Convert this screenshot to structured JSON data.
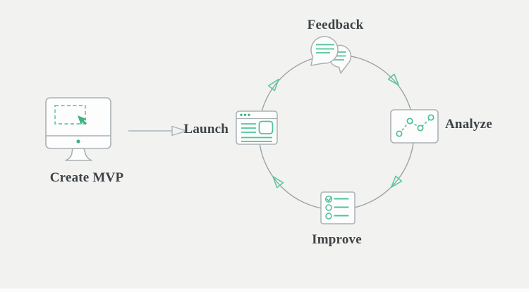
{
  "diagram": {
    "type": "process-cycle",
    "start": {
      "label": "Create MVP",
      "icon": "monitor-mvp-icon"
    },
    "connector": {
      "type": "open-arrow",
      "direction": "right",
      "from": "Create MVP",
      "to": "Launch"
    },
    "cycle": {
      "direction": "clockwise",
      "steps": [
        {
          "label": "Launch",
          "icon": "browser-window-icon",
          "position": "left"
        },
        {
          "label": "Feedback",
          "icon": "speech-bubbles-icon",
          "position": "top"
        },
        {
          "label": "Analyze",
          "icon": "line-chart-icon",
          "position": "right"
        },
        {
          "label": "Improve",
          "icon": "checklist-icon",
          "position": "bottom"
        }
      ]
    },
    "colors": {
      "background": "#f2f2f0",
      "green_fill": "#3bb581",
      "green_line": "#4ec497",
      "green_arrowhead": "#5bcb9c",
      "icon_outline_gray": "#a9b1b5",
      "circle_gray": "#9ba3a8",
      "connector_gray": "#aab4b9",
      "text": "#3e4347",
      "card_fill": "#fdfdfd"
    }
  }
}
